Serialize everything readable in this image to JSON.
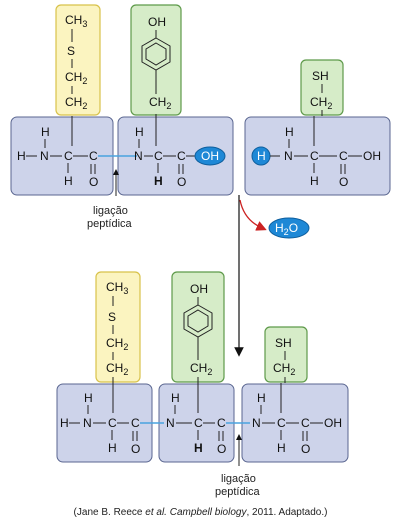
{
  "labels": {
    "bond_label_line1": "ligação",
    "bond_label_line2": "peptídica",
    "water": "H",
    "water_sub": "2",
    "water_o": "O",
    "oh_oval": "OH",
    "h_oval": "H"
  },
  "atoms": {
    "H": "H",
    "N": "N",
    "C": "C",
    "O": "O",
    "OH": "OH",
    "CH3_C": "CH",
    "CH3_sub": "3",
    "CH2_C": "CH",
    "CH2_sub": "2",
    "S": "S",
    "SH": "SH"
  },
  "caption": {
    "before": "(Jane B. Reece ",
    "etal": "et al.",
    "space": " ",
    "book": "Campbell biology",
    "after": ", 2011. Adaptado.)"
  }
}
